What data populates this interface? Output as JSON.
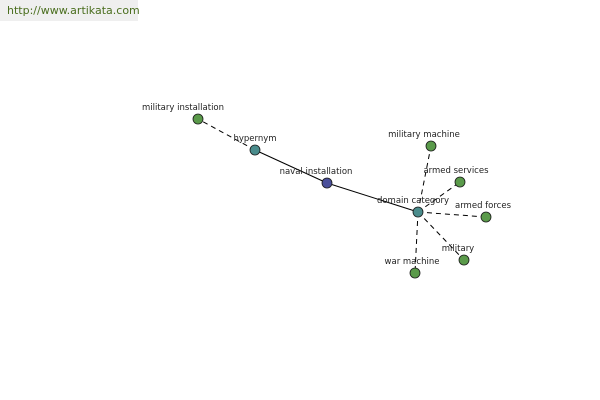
{
  "banner": {
    "url_text": "http://www.artikata.com"
  },
  "colors": {
    "background": "#ffffff",
    "banner_bg": "#efefef",
    "banner_text": "#4a6e1e",
    "center_node": "#4a4f9a",
    "relation_node": "#4a8c8c",
    "leaf_node": "#5a9a4a",
    "edge": "#000000"
  },
  "graph": {
    "nodes": [
      {
        "id": "naval-installation",
        "label": "naval installation",
        "kind": "center"
      },
      {
        "id": "hypernym",
        "label": "hypernym",
        "kind": "relation"
      },
      {
        "id": "domain-category",
        "label": "domain category",
        "kind": "relation"
      },
      {
        "id": "military-installation",
        "label": "military installation",
        "kind": "leaf"
      },
      {
        "id": "military-machine",
        "label": "military machine",
        "kind": "leaf"
      },
      {
        "id": "armed-services",
        "label": "armed services",
        "kind": "leaf"
      },
      {
        "id": "armed-forces",
        "label": "armed forces",
        "kind": "leaf"
      },
      {
        "id": "military",
        "label": "military",
        "kind": "leaf"
      },
      {
        "id": "war-machine",
        "label": "war machine",
        "kind": "leaf"
      }
    ],
    "edges": [
      {
        "from": "naval-installation",
        "to": "hypernym",
        "style": "solid"
      },
      {
        "from": "naval-installation",
        "to": "domain-category",
        "style": "solid"
      },
      {
        "from": "hypernym",
        "to": "military-installation",
        "style": "dashed"
      },
      {
        "from": "domain-category",
        "to": "military-machine",
        "style": "dashed"
      },
      {
        "from": "domain-category",
        "to": "armed-services",
        "style": "dashed"
      },
      {
        "from": "domain-category",
        "to": "armed-forces",
        "style": "dashed"
      },
      {
        "from": "domain-category",
        "to": "military",
        "style": "dashed"
      },
      {
        "from": "domain-category",
        "to": "war-machine",
        "style": "dashed"
      }
    ]
  }
}
